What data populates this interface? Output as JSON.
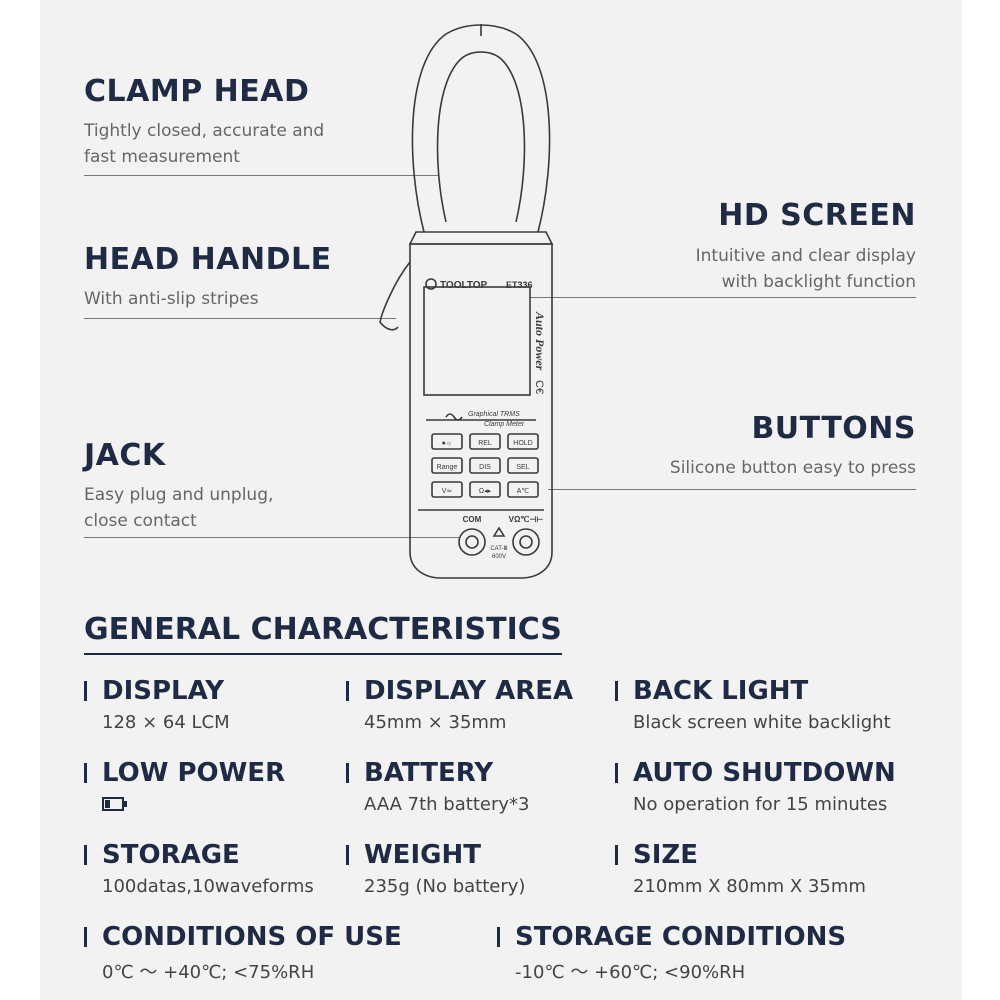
{
  "features": {
    "clamp_head": {
      "title": "CLAMP HEAD",
      "line1": "Tightly closed, accurate and",
      "line2": "fast measurement"
    },
    "head_handle": {
      "title": "HEAD HANDLE",
      "line1": "With anti-slip stripes"
    },
    "jack": {
      "title": "JACK",
      "line1": "Easy plug and unplug,",
      "line2": "close contact"
    },
    "hd_screen": {
      "title": "HD SCREEN",
      "line1": "Intuitive and clear display",
      "line2": "with backlight function"
    },
    "buttons": {
      "title": "BUTTONS",
      "line1": "Silicone button easy to press"
    }
  },
  "meter": {
    "brand": "TOOLTOP",
    "model": "ET336",
    "side_text": "Auto Power",
    "ce_mark": "C€",
    "subtitle_1": "Graphical TRMS",
    "subtitle_2": "Clamp Meter",
    "button_labels": [
      "●☼",
      "REL",
      "HOLD",
      "Range",
      "DIS",
      "SEL",
      "V≃",
      "Ω◂▸",
      "A℃"
    ],
    "com_label": "COM",
    "v_label": "VΩ℃⊣⊢",
    "cat_label": "CAT-Ⅲ",
    "cat_volt": "600V"
  },
  "general": {
    "title": "GENERAL CHARACTERISTICS",
    "specs": [
      {
        "label": "DISPLAY",
        "value": "128 × 64  LCM"
      },
      {
        "label": "DISPLAY AREA",
        "value": "45mm × 35mm"
      },
      {
        "label": "BACK LIGHT",
        "value": "Black screen white backlight"
      },
      {
        "label": "LOW POWER",
        "value": "",
        "icon": "battery-low-icon"
      },
      {
        "label": "BATTERY",
        "value": "AAA 7th battery*3"
      },
      {
        "label": "AUTO SHUTDOWN",
        "value": "No operation for 15 minutes"
      },
      {
        "label": "STORAGE",
        "value": "100datas,10waveforms"
      },
      {
        "label": "WEIGHT",
        "value": "235g (No battery)"
      },
      {
        "label": "SIZE",
        "value": "210mm X 80mm X 35mm"
      },
      {
        "label": "CONDITIONS OF USE",
        "value": "0℃ ～ +40℃;  <75%RH"
      },
      {
        "label": "STORAGE CONDITIONS",
        "value": "-10℃ ～ +60℃;  <90%RH"
      }
    ]
  }
}
